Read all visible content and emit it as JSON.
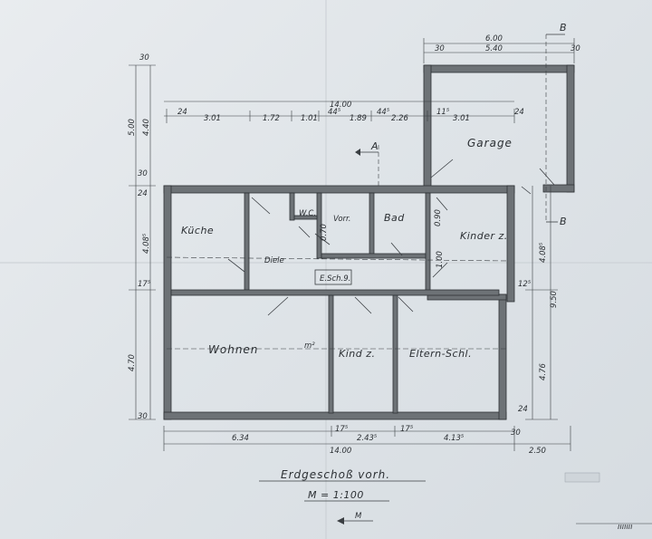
{
  "rooms": {
    "kueche": "Küche",
    "wc": "W.C.",
    "vorr": "Vorr.",
    "bad": "Bad",
    "kinder_top": "Kinder z.",
    "diele": "Diele",
    "esch": "E.Sch.9.",
    "wohnen": "Wohnen",
    "kinderz": "Kind z.",
    "eltern": "Eltern-Schl.",
    "garage": "Garage",
    "m2": "m²"
  },
  "section_marks": {
    "a": "A",
    "b_top": "B",
    "b_bottom": "B"
  },
  "dims": {
    "top_total": "14.00",
    "top_segments": [
      "24",
      "3.01",
      "1.72",
      "1.01",
      "1.89",
      "2.26",
      "3.01",
      "24"
    ],
    "top_small": [
      "44⁵",
      "44⁵",
      "11⁵"
    ],
    "garage_w1": "6.00",
    "garage_w2": "5.40",
    "garage_edge_left": "30",
    "garage_edge_right": "30",
    "left_total": "5.00",
    "left_v1": "4.40",
    "left_v2": "4.70",
    "left_v3": "4.08⁵",
    "left_small": [
      "30",
      "30",
      "24",
      "17⁵",
      "30"
    ],
    "right_total": "9.50",
    "right_v1": "4.08⁵",
    "right_v2": "4.76",
    "right_small": [
      "12⁵",
      "24"
    ],
    "bottom_segments": [
      "6.34",
      "2.43⁵",
      "4.13⁵"
    ],
    "bottom_small": [
      "17⁵",
      "17⁵",
      "30"
    ],
    "bottom_total": "14.00",
    "bottom_offset": "2.50",
    "door_label": "0.70",
    "door_label2": "1.00",
    "door_label3": "0.90"
  },
  "title": "Erdgeschoß vorh.",
  "scale": "M = 1:100",
  "north_label": "M",
  "corner_mark": "ııııııı"
}
